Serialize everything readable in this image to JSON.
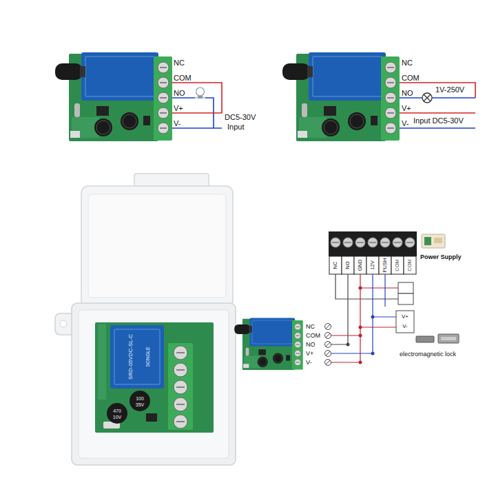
{
  "diagram": {
    "labels": [
      "NC",
      "COM",
      "NO",
      "V+",
      "V-",
      "DC5-30V",
      "Input",
      "NC",
      "COM",
      "NO",
      "V+",
      "V-",
      "1V-250V",
      "Input DC5-30V",
      "NC",
      "NO",
      "GND",
      "12V",
      "PUSH",
      "COM",
      "COM",
      "Power Supply",
      "V+",
      "V-",
      "NC",
      "COM",
      "NO",
      "V+",
      "V-",
      "electromagnetic lock",
      "SRD-05VDC-SL-C",
      "SONGLE",
      "470",
      "10V",
      "100",
      "35V"
    ]
  }
}
